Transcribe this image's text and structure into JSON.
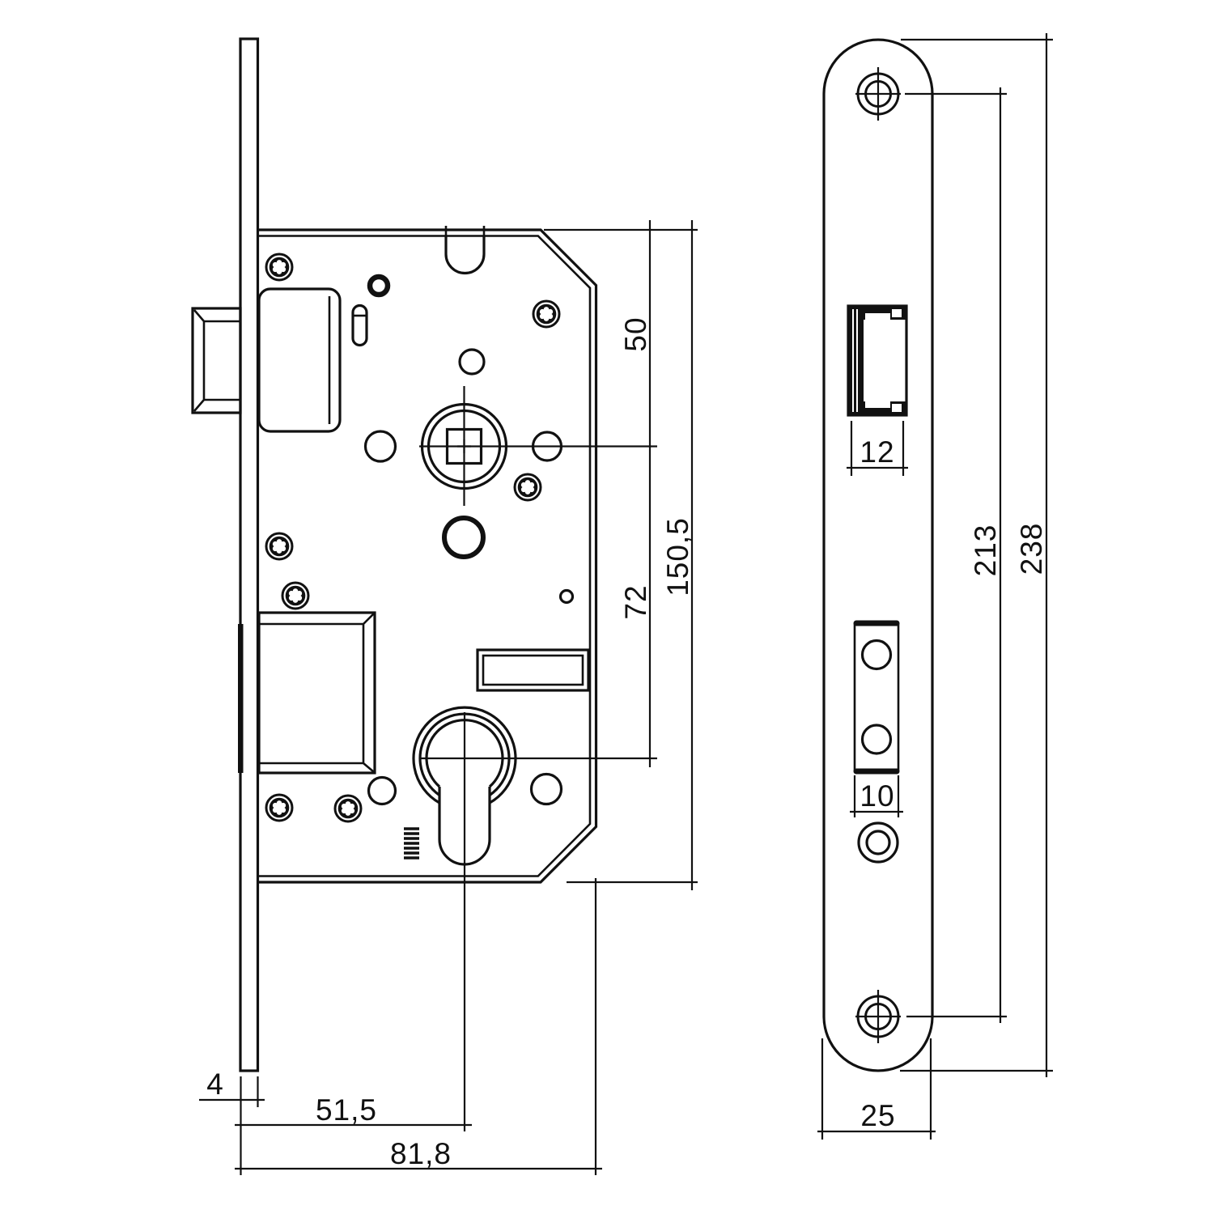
{
  "colors": {
    "line": "#111111",
    "background": "#ffffff"
  },
  "dims": {
    "v4": "4",
    "v50": "50",
    "v51_5": "51,5",
    "v72": "72",
    "v81_8": "81,8",
    "v150_5": "150,5",
    "v12": "12",
    "v10": "10",
    "v25": "25",
    "v213": "213",
    "v238": "238"
  }
}
